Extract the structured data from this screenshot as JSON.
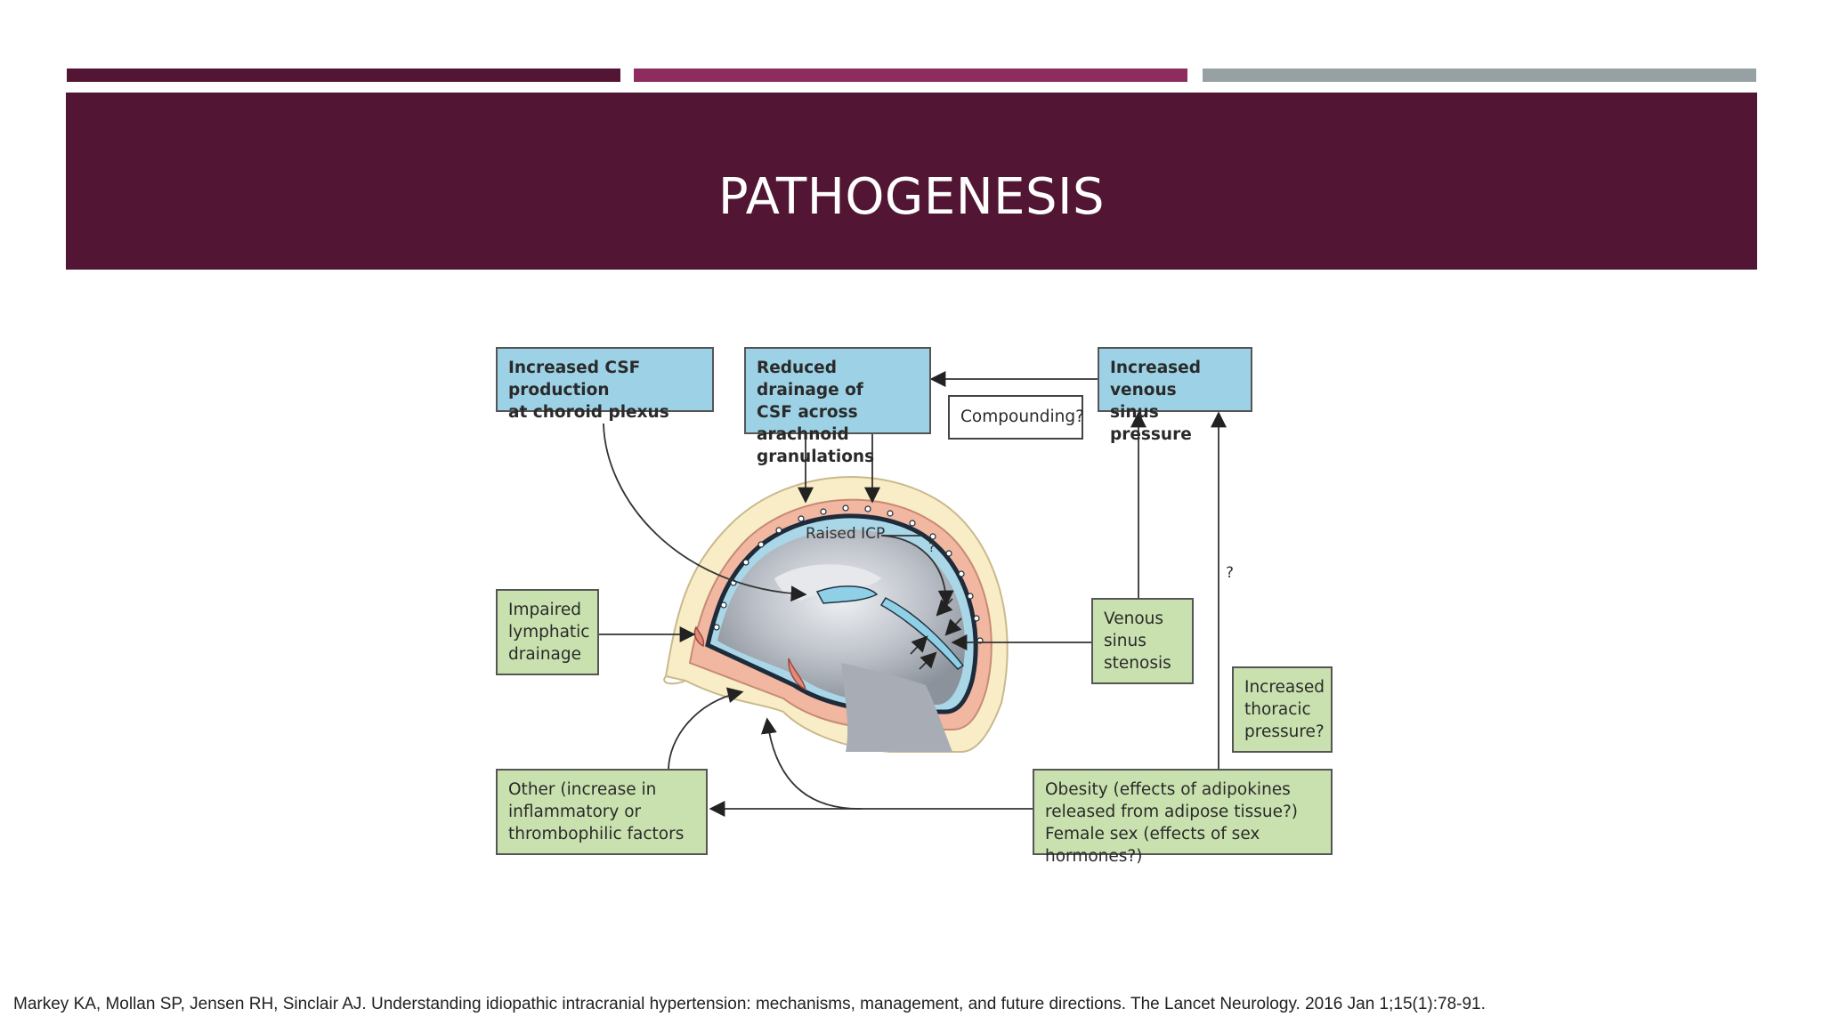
{
  "slide": {
    "title": "PATHOGENESIS",
    "accent_colors": [
      "#521533",
      "#8e2b5f",
      "#97a1a4"
    ]
  },
  "diagram": {
    "boxes": {
      "csf_production": [
        "Increased CSF production",
        "at choroid plexus"
      ],
      "reduced_drainage": [
        "Reduced drainage of",
        "CSF across arachnoid",
        "granulations"
      ],
      "venous_pressure": [
        "Increased venous",
        "sinus pressure"
      ],
      "compounding": "Compounding?",
      "lymphatic": [
        "Impaired",
        "lymphatic",
        "drainage"
      ],
      "venous_stenosis": [
        "Venous",
        "sinus",
        "stenosis"
      ],
      "thoracic": [
        "Increased",
        "thoracic",
        "pressure?"
      ],
      "other": [
        "Other (increase in",
        "inflammatory or",
        "thrombophilic factors"
      ],
      "obesity": [
        "Obesity (effects of adipokines",
        "released from adipose tissue?)",
        "Female sex (effects of sex hormones?)"
      ]
    },
    "labels": {
      "raised_icp": "Raised ICP",
      "question_small": "?",
      "question_side": "?"
    }
  },
  "citation": "Markey KA, Mollan SP, Jensen RH, Sinclair AJ. Understanding idiopathic intracranial hypertension: mechanisms, management, and future directions. The Lancet Neurology. 2016 Jan 1;15(1):78-91."
}
